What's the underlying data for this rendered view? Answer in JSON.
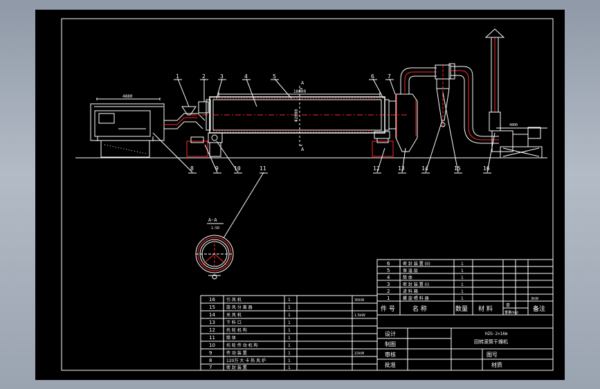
{
  "drawing": {
    "dim_length": "16000",
    "dim_diameter": "Φ2000",
    "dim_burner": "4880",
    "dim_fan_base": "4800",
    "section_mark": "A",
    "section_title": "A-A",
    "section_scale": "1:50",
    "callouts": [
      "1",
      "2",
      "3",
      "4",
      "5",
      "6",
      "7",
      "8",
      "9",
      "10",
      "11",
      "12",
      "13",
      "14",
      "15",
      "16"
    ]
  },
  "parts_left": [
    {
      "no": "16",
      "name": "引 风 机",
      "qty": "1",
      "note": "30kW"
    },
    {
      "no": "15",
      "name": "旋 风 分 离 器",
      "qty": "1",
      "note": ""
    },
    {
      "no": "14",
      "name": "关 风 机",
      "qty": "1",
      "note": "1.5kW"
    },
    {
      "no": "13",
      "name": "下 料 口",
      "qty": "1",
      "note": ""
    },
    {
      "no": "12",
      "name": "托 轮 机 构",
      "qty": "1",
      "note": ""
    },
    {
      "no": "11",
      "name": "筒    体",
      "qty": "1",
      "note": ""
    },
    {
      "no": "10",
      "name": "托 轮 传 动 机 构",
      "qty": "1",
      "note": ""
    },
    {
      "no": "9",
      "name": "传 动 装 置",
      "qty": "1",
      "note": "22kW"
    },
    {
      "no": "8",
      "name": "120万 大 卡 热 风 炉",
      "qty": "1",
      "note": ""
    },
    {
      "no": "7",
      "name": "密 封 装 置",
      "qty": "1",
      "note": ""
    }
  ],
  "parts_right": [
    {
      "no": "6",
      "name": "密 封 装 置 (II)",
      "qty": "1",
      "note": ""
    },
    {
      "no": "5",
      "name": "保 温 层",
      "qty": "1",
      "note": ""
    },
    {
      "no": "4",
      "name": "筒    体",
      "qty": "1",
      "note": ""
    },
    {
      "no": "3",
      "name": "密 封 装 置 (I)",
      "qty": "1",
      "note": ""
    },
    {
      "no": "2",
      "name": "进 料 箱",
      "qty": "1",
      "note": ""
    },
    {
      "no": "1",
      "name": "螺 旋 喂 料 器",
      "qty": "1",
      "note": "3kW"
    }
  ],
  "table_header": {
    "no": "件 号",
    "name": "名    称",
    "qty": "数量",
    "material": "材 料",
    "weight_single": "单",
    "weight_total": "重量(kg)",
    "remark": "备注"
  },
  "title_block": {
    "design": "设计",
    "draw": "制图",
    "check": "审核",
    "approve": "批准",
    "model": "HZG-2×16m",
    "title": "回转滚筒干燥机",
    "drawing_no": "图号",
    "material": "材质"
  },
  "colors": {
    "background": "#000000",
    "line": "#ffffff",
    "accent": "#ff2a2a",
    "frame": "#a3acb9"
  }
}
